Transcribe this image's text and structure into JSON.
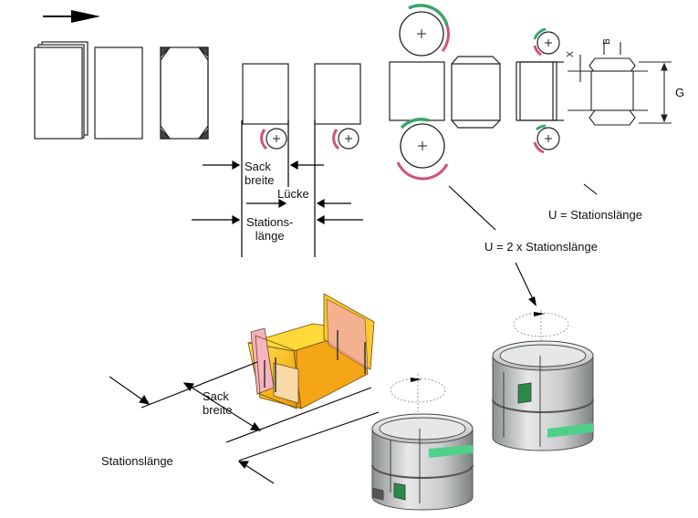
{
  "labels": {
    "sack_breite_top": [
      "Sack",
      "breite"
    ],
    "luecke": "Lücke",
    "stationslaenge_top": [
      "Stations-",
      "länge"
    ],
    "u_stationslaenge": "U = Stationslänge",
    "u_2x_stationslaenge": "U = 2 x Stationslänge",
    "dim_x": "X",
    "dim_b": "B",
    "dim_g": "G",
    "sack_breite_bottom": [
      "Sack",
      "breite"
    ],
    "stationslaenge_bottom": "Stationslänge"
  },
  "icons": {
    "direction": "arrow-right-icon",
    "roller": "roller-with-crosshair-icon"
  },
  "colors": {
    "roller_arc_red": "#d2527a",
    "roller_arc_green": "#3aa56a",
    "bag_yellow": "#f7b51c",
    "bag_pink": "#f2a7b8",
    "drum_green": "#4fd08a",
    "drum_grey": "#c9cbcc"
  }
}
